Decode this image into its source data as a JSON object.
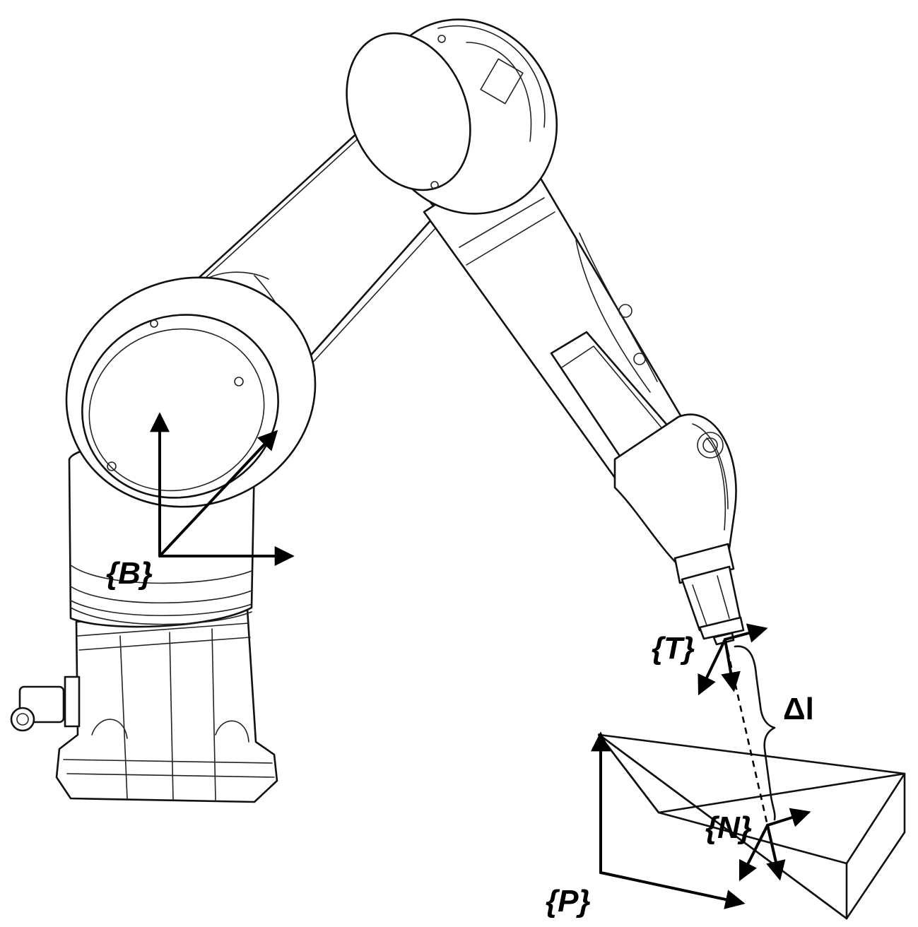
{
  "labels": {
    "base_frame": "{B}",
    "tool_frame": "{T}",
    "normal_frame": "{N}",
    "part_frame": "{P}",
    "distance": "Δl"
  }
}
